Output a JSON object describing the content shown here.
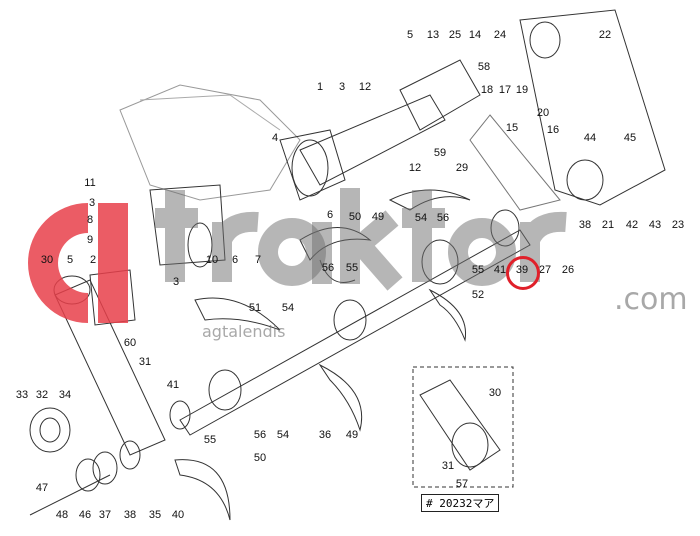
{
  "diagram": {
    "reference_code": "# 20232マア",
    "highlighted_part": "39",
    "labels": [
      "5",
      "13",
      "25",
      "14",
      "24",
      "22",
      "58",
      "1",
      "3",
      "12",
      "18",
      "17",
      "19",
      "20",
      "15",
      "16",
      "44",
      "45",
      "4",
      "59",
      "12",
      "29",
      "11",
      "3",
      "8",
      "9",
      "2",
      "30",
      "5",
      "6",
      "50",
      "49",
      "54",
      "56",
      "38",
      "21",
      "42",
      "43",
      "23",
      "10",
      "6",
      "7",
      "55",
      "56",
      "55",
      "41",
      "39",
      "27",
      "26",
      "3",
      "51",
      "54",
      "52",
      "60",
      "31",
      "41",
      "33",
      "32",
      "34",
      "36",
      "49",
      "56",
      "54",
      "55",
      "50",
      "47",
      "48",
      "46",
      "37",
      "38",
      "35",
      "40",
      "30",
      "31",
      "57"
    ]
  },
  "watermark": {
    "brand": "traktor",
    "domain": ".com",
    "sub": "agtalendis"
  },
  "colors": {
    "highlight": "#e0202a",
    "logo": "#e8404a"
  }
}
